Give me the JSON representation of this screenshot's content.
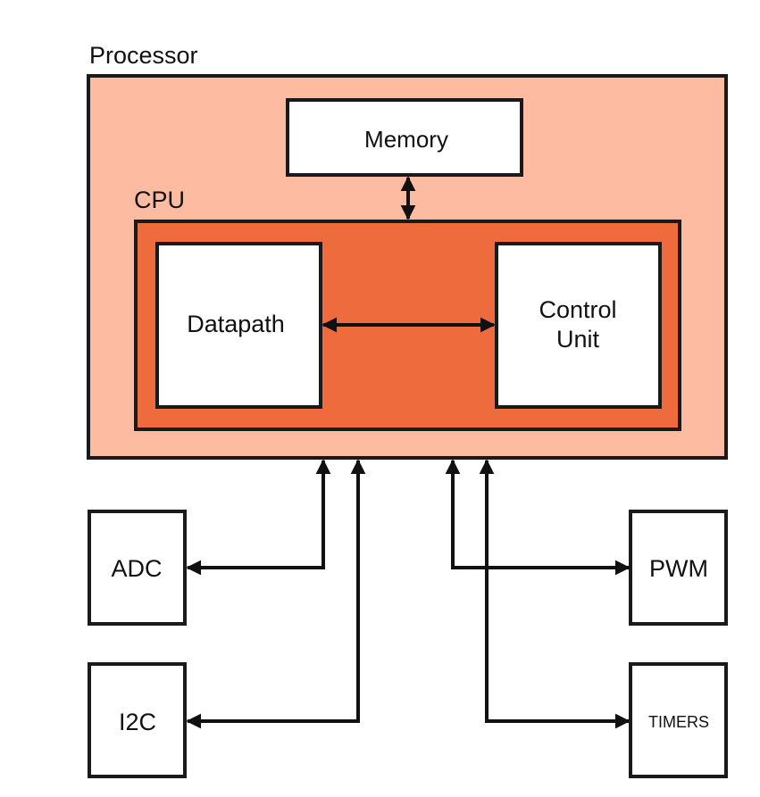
{
  "diagram": {
    "colors": {
      "processor_fill": "#FDBBA2",
      "cpu_fill": "#EE6B3E",
      "block_fill": "#FFFFFF",
      "stroke": "#1A1A1A"
    },
    "processor": {
      "label": "Processor"
    },
    "memory": {
      "label": "Memory"
    },
    "cpu": {
      "label": "CPU"
    },
    "datapath": {
      "label": "Datapath"
    },
    "control_unit": {
      "label_line1": "Control",
      "label_line2": "Unit"
    },
    "peripherals": {
      "adc": {
        "label": "ADC"
      },
      "i2c": {
        "label": "I2C"
      },
      "pwm": {
        "label": "PWM"
      },
      "timers": {
        "label": "TIMERS"
      }
    },
    "connections": [
      {
        "from": "Memory",
        "to": "CPU",
        "direction": "bidirectional"
      },
      {
        "from": "Datapath",
        "to": "Control Unit",
        "direction": "bidirectional"
      },
      {
        "from": "Processor",
        "to": "ADC",
        "direction": "bidirectional"
      },
      {
        "from": "Processor",
        "to": "I2C",
        "direction": "bidirectional"
      },
      {
        "from": "Processor",
        "to": "PWM",
        "direction": "bidirectional"
      },
      {
        "from": "Processor",
        "to": "TIMERS",
        "direction": "bidirectional"
      }
    ]
  }
}
